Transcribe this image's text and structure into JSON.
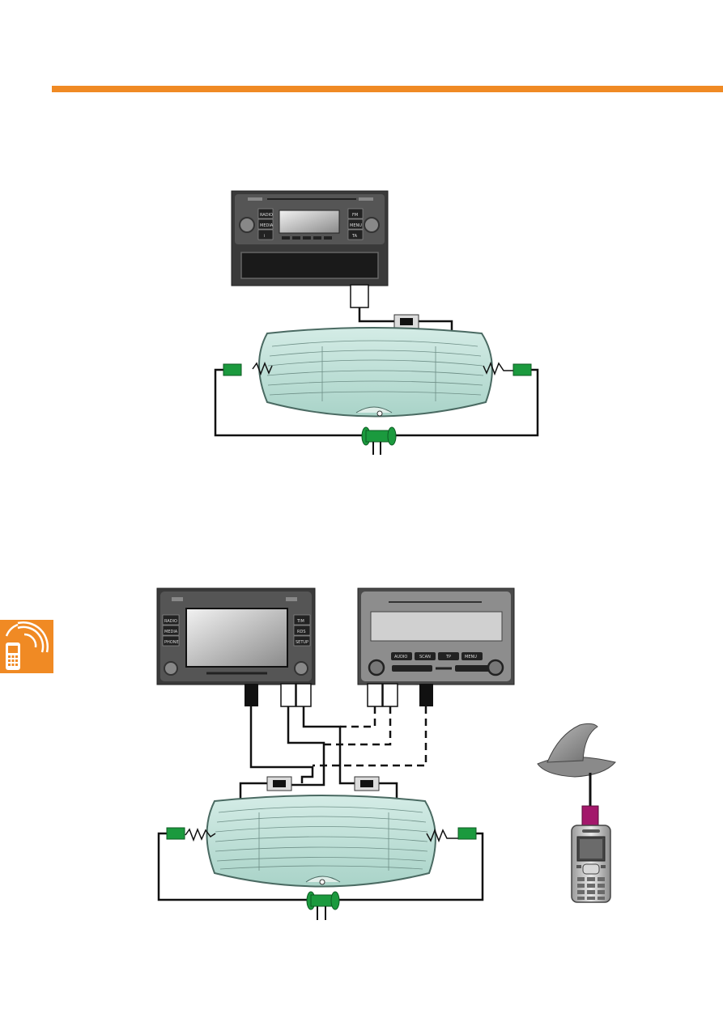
{
  "colors": {
    "accent": "#f08a24",
    "connector_green": "#1b9a3e",
    "connector_magenta": "#a3176b",
    "glass": "#bfe0d8",
    "cable": "#111111"
  },
  "icons": {
    "side_tab": "mobile-phone-signal-icon"
  },
  "radio_top": {
    "left_buttons": [
      "RADIO",
      "MEDIA",
      "i"
    ],
    "right_buttons": [
      "FM",
      "MENU",
      "TA"
    ]
  },
  "radio_nav": {
    "left_buttons": [
      "RADIO",
      "MEDIA",
      "PHONE"
    ],
    "right_buttons": [
      "TIM",
      "RDS",
      "SETUP"
    ]
  },
  "radio_rcd": {
    "buttons": [
      "AUDIO",
      "SCAN",
      "TP",
      "MENU"
    ]
  }
}
